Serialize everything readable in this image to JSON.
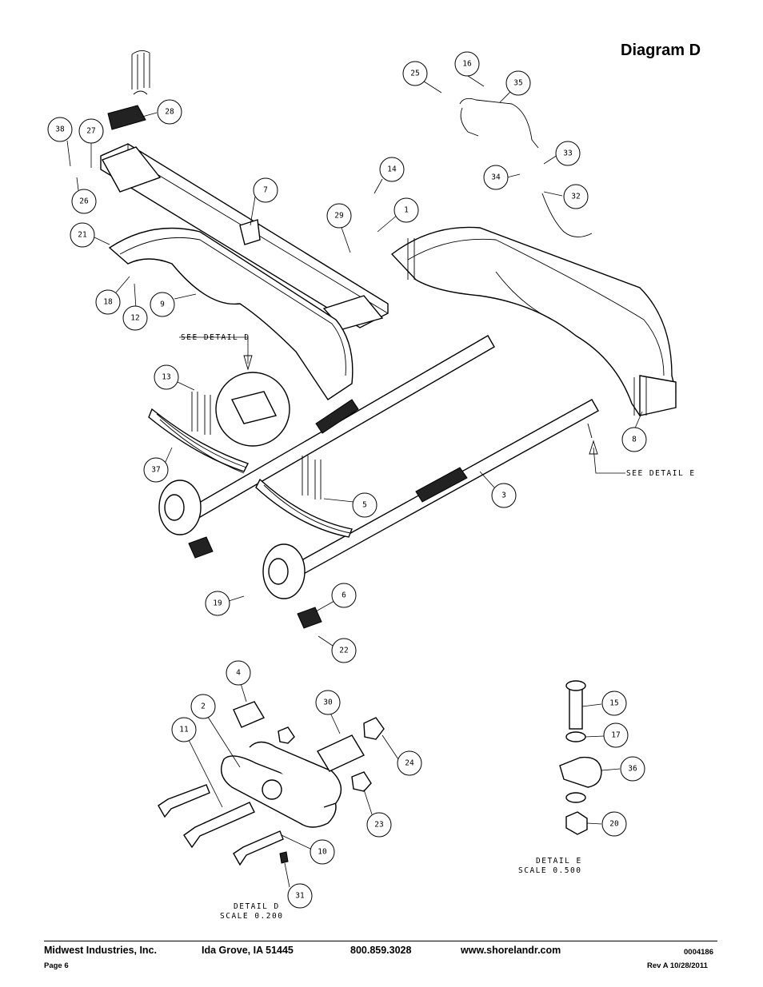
{
  "page": {
    "title": "Diagram D"
  },
  "callouts": [
    {
      "id": "25",
      "label": "25"
    },
    {
      "id": "16",
      "label": "16"
    },
    {
      "id": "35",
      "label": "35"
    },
    {
      "id": "28",
      "label": "28"
    },
    {
      "id": "38",
      "label": "38"
    },
    {
      "id": "27",
      "label": "27"
    },
    {
      "id": "26",
      "label": "26"
    },
    {
      "id": "33",
      "label": "33"
    },
    {
      "id": "34",
      "label": "34"
    },
    {
      "id": "32",
      "label": "32"
    },
    {
      "id": "14",
      "label": "14"
    },
    {
      "id": "7",
      "label": "7"
    },
    {
      "id": "29",
      "label": "29"
    },
    {
      "id": "1",
      "label": "1"
    },
    {
      "id": "21",
      "label": "21"
    },
    {
      "id": "18",
      "label": "18"
    },
    {
      "id": "12",
      "label": "12"
    },
    {
      "id": "9",
      "label": "9"
    },
    {
      "id": "13",
      "label": "13"
    },
    {
      "id": "8",
      "label": "8"
    },
    {
      "id": "37",
      "label": "37"
    },
    {
      "id": "3",
      "label": "3"
    },
    {
      "id": "5",
      "label": "5"
    },
    {
      "id": "19",
      "label": "19"
    },
    {
      "id": "6",
      "label": "6"
    },
    {
      "id": "22",
      "label": "22"
    },
    {
      "id": "4",
      "label": "4"
    },
    {
      "id": "2",
      "label": "2"
    },
    {
      "id": "30",
      "label": "30"
    },
    {
      "id": "11",
      "label": "11"
    },
    {
      "id": "24",
      "label": "24"
    },
    {
      "id": "23",
      "label": "23"
    },
    {
      "id": "10",
      "label": "10"
    },
    {
      "id": "31",
      "label": "31"
    },
    {
      "id": "15",
      "label": "15"
    },
    {
      "id": "17",
      "label": "17"
    },
    {
      "id": "36",
      "label": "36"
    },
    {
      "id": "20",
      "label": "20"
    }
  ],
  "notes": {
    "see_detail_d": "SEE DETAIL  D",
    "see_detail_e": "SEE DETAIL  E",
    "detail_d_title": "DETAIL  D",
    "detail_d_scale": "SCALE  0.200",
    "detail_e_title": "DETAIL  E",
    "detail_e_scale": "SCALE  0.500"
  },
  "footer": {
    "company": "Midwest Industries, Inc.",
    "location": "Ida Grove, IA  51445",
    "phone": "800.859.3028",
    "website": "www.shorelandr.com",
    "part_number": "0004186",
    "page": "Page 6",
    "revision": "Rev A 10/28/2011"
  }
}
